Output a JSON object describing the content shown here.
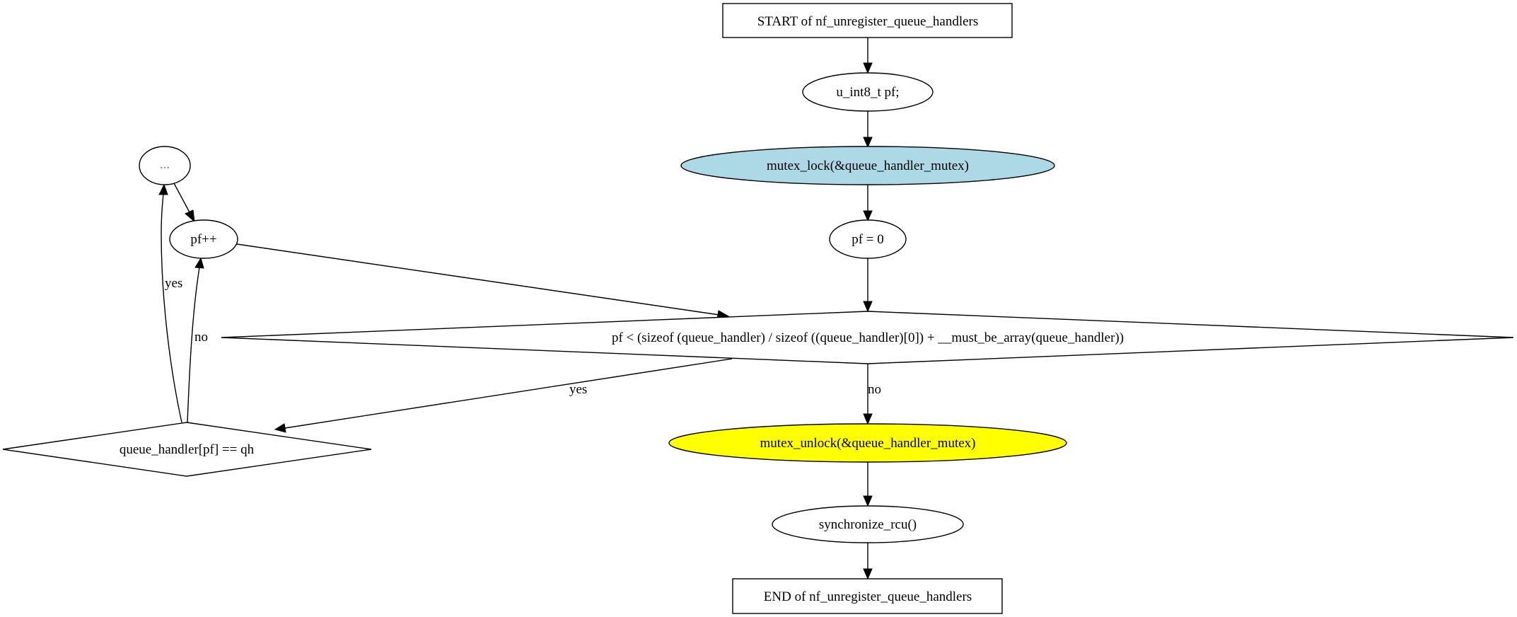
{
  "diagram": {
    "type": "flowchart",
    "function": "nf_unregister_queue_handlers",
    "colors": {
      "lock_fill": "#add8e6",
      "unlock_fill": "#ffff00",
      "default_fill": "#ffffff",
      "stroke": "#000000",
      "ellipsis_text": "#808080"
    },
    "nodes": {
      "start": {
        "label": "START of nf_unregister_queue_handlers",
        "shape": "box"
      },
      "decl": {
        "label": "u_int8_t pf;",
        "shape": "ellipse"
      },
      "lock": {
        "label": "mutex_lock(&queue_handler_mutex)",
        "shape": "ellipse",
        "fill": "lightblue"
      },
      "init": {
        "label": "pf = 0",
        "shape": "ellipse"
      },
      "cond": {
        "label": "pf < (sizeof (queue_handler) / sizeof ((queue_handler)[0]) + __must_be_array(queue_handler))",
        "shape": "diamond"
      },
      "check": {
        "label": "queue_handler[pf] == qh",
        "shape": "diamond"
      },
      "body": {
        "label": "...",
        "shape": "ellipse"
      },
      "incr": {
        "label": "pf++",
        "shape": "ellipse"
      },
      "unlock": {
        "label": "mutex_unlock(&queue_handler_mutex)",
        "shape": "ellipse",
        "fill": "yellow"
      },
      "sync": {
        "label": "synchronize_rcu()",
        "shape": "ellipse"
      },
      "end": {
        "label": "END of nf_unregister_queue_handlers",
        "shape": "box"
      }
    },
    "edges": [
      {
        "from": "start",
        "to": "decl",
        "label": ""
      },
      {
        "from": "decl",
        "to": "lock",
        "label": ""
      },
      {
        "from": "lock",
        "to": "init",
        "label": ""
      },
      {
        "from": "init",
        "to": "cond",
        "label": ""
      },
      {
        "from": "cond",
        "to": "check",
        "label": "yes"
      },
      {
        "from": "cond",
        "to": "unlock",
        "label": "no"
      },
      {
        "from": "check",
        "to": "body",
        "label": "yes"
      },
      {
        "from": "check",
        "to": "incr",
        "label": "no"
      },
      {
        "from": "body",
        "to": "incr",
        "label": ""
      },
      {
        "from": "incr",
        "to": "cond",
        "label": ""
      },
      {
        "from": "unlock",
        "to": "sync",
        "label": ""
      },
      {
        "from": "sync",
        "to": "end",
        "label": ""
      }
    ],
    "edge_labels": {
      "cond_yes": "yes",
      "cond_no": "no",
      "check_yes": "yes",
      "check_no": "no"
    }
  }
}
